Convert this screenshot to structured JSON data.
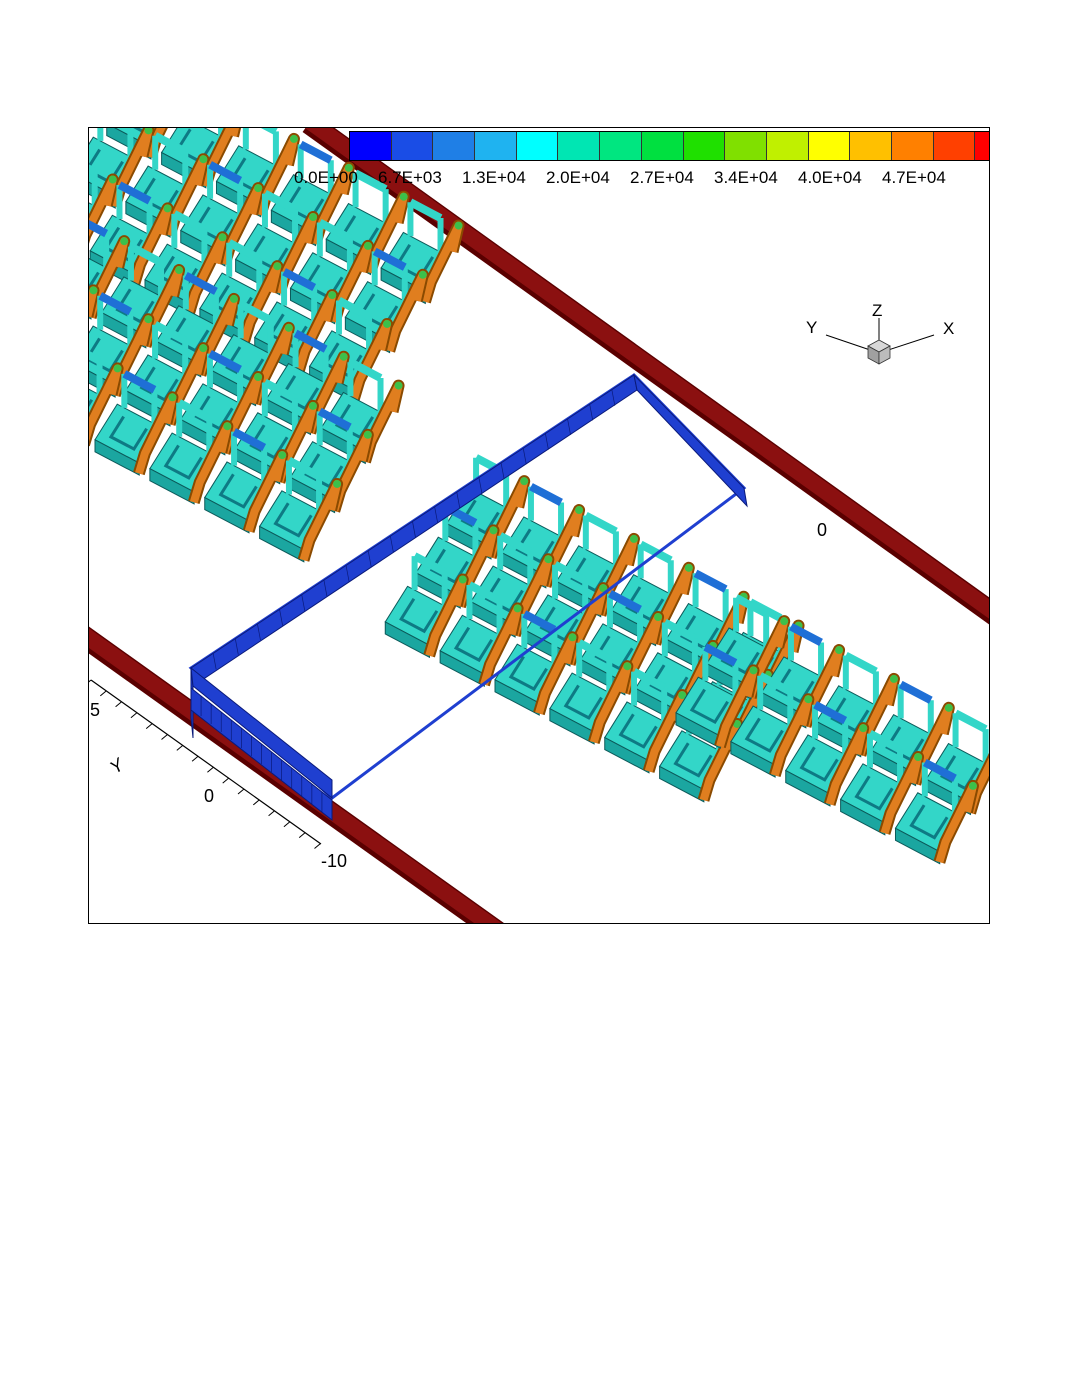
{
  "colorbar": {
    "colors": [
      "#0000ff",
      "#1a4de6",
      "#1f7fe6",
      "#1fb3f0",
      "#00ffff",
      "#00e6b3",
      "#00e680",
      "#00e040",
      "#1fe000",
      "#80e000",
      "#c0f000",
      "#ffff00",
      "#ffc000",
      "#ff8000",
      "#ff4000",
      "#ff0000"
    ],
    "tick_labels": [
      "0.0E+00",
      "6.7E+03",
      "1.3E+04",
      "2.0E+04",
      "2.7E+04",
      "3.4E+04",
      "4.0E+04",
      "4.7E+04"
    ]
  },
  "axis": {
    "label": "Y",
    "ticks": [
      "5",
      "0",
      "-10"
    ],
    "partial_tick": "0"
  },
  "triad": {
    "x": "X",
    "y": "Y",
    "z": "Z"
  },
  "scene_colors": {
    "rail": "#8b1010",
    "rail_edge": "#5a0000",
    "seat": "#33d6c8",
    "seat_shadow": "#1ba6a0",
    "armrest": "#e07e1f",
    "armrest_edge": "#8a4a00",
    "accent_blue": "#1f6fd6",
    "accent_green": "#3cc04a",
    "panel": "#1f3fd0",
    "panel_grid": "#0a1a7a"
  }
}
